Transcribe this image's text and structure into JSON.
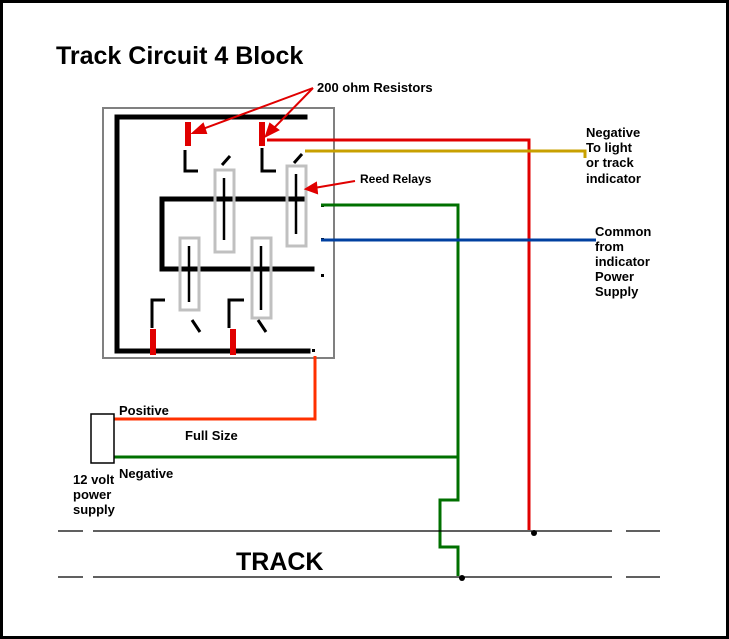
{
  "diagram": {
    "title": "Track Circuit 4 Block",
    "labels": {
      "resistors": "200 ohm Resistors",
      "reed_relays": "Reed Relays",
      "negative_to_light": [
        "Negative",
        "To light",
        "or track",
        "indicator"
      ],
      "common": [
        "Common",
        "from",
        "indicator",
        "Power",
        "Supply"
      ],
      "positive": "Positive",
      "full_size": "Full Size",
      "negative": "Negative",
      "power_supply": [
        "12 volt",
        "power",
        "supply"
      ],
      "track": "TRACK"
    },
    "colors": {
      "background": "#ffffff",
      "frame": "#000000",
      "block_outline": "#808080",
      "relay_outline": "#c0c0c0",
      "resistor": "#e00000",
      "arrow": "#e00000",
      "wire_red": "#e00000",
      "wire_yellow": "#c8a000",
      "wire_green": "#007000",
      "wire_blue": "#0040a0",
      "wire_orange": "#ff3000",
      "wire_black": "#000000"
    }
  }
}
